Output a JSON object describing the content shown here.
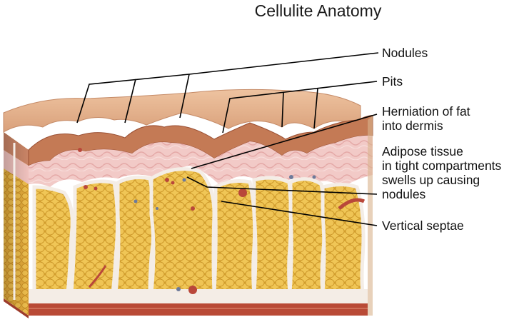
{
  "title": "Cellulite Anatomy",
  "labels": {
    "nodules": "Nodules",
    "pits": "Pits",
    "herniation": "Herniation of fat\ninto dermis",
    "adipose": "Adipose tissue\nin tight compartments\nswells up causing\nnodules",
    "septae": "Vertical septae"
  },
  "colors": {
    "epidermis": "#e6b48f",
    "dermis": "#f0c4c2",
    "fat": "#e8b63d",
    "septa": "#f4ede6",
    "muscle": "#b94a36"
  }
}
